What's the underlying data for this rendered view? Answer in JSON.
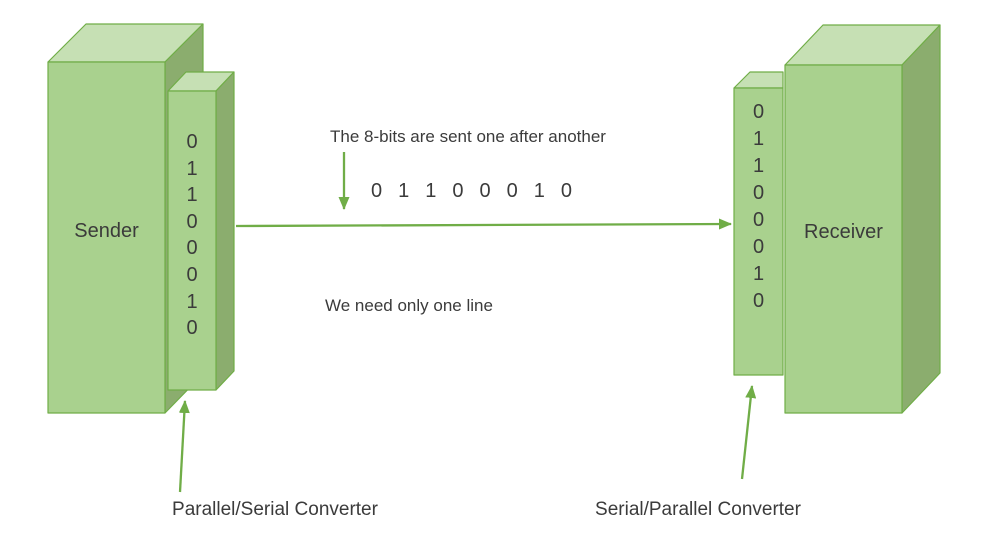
{
  "colors": {
    "background": "#ffffff",
    "box_front": "#a9d18e",
    "box_top": "#c6e0b4",
    "box_side": "#8bad6e",
    "outline": "#70ad47",
    "arrow": "#70ad47",
    "text": "#3b3b3b"
  },
  "sender": {
    "label": "Sender",
    "bits": [
      "0",
      "1",
      "1",
      "0",
      "0",
      "0",
      "1",
      "0"
    ]
  },
  "receiver": {
    "label": "Receiver",
    "bits": [
      "0",
      "1",
      "1",
      "0",
      "0",
      "0",
      "1",
      "0"
    ]
  },
  "annotations": {
    "serial_note": "The 8-bits are sent one after another",
    "serial_bits": [
      "0",
      "1",
      "1",
      "0",
      "0",
      "0",
      "1",
      "0"
    ],
    "line_note": "We need only one line",
    "sender_converter": "Parallel/Serial Converter",
    "receiver_converter": "Serial/Parallel Converter"
  }
}
